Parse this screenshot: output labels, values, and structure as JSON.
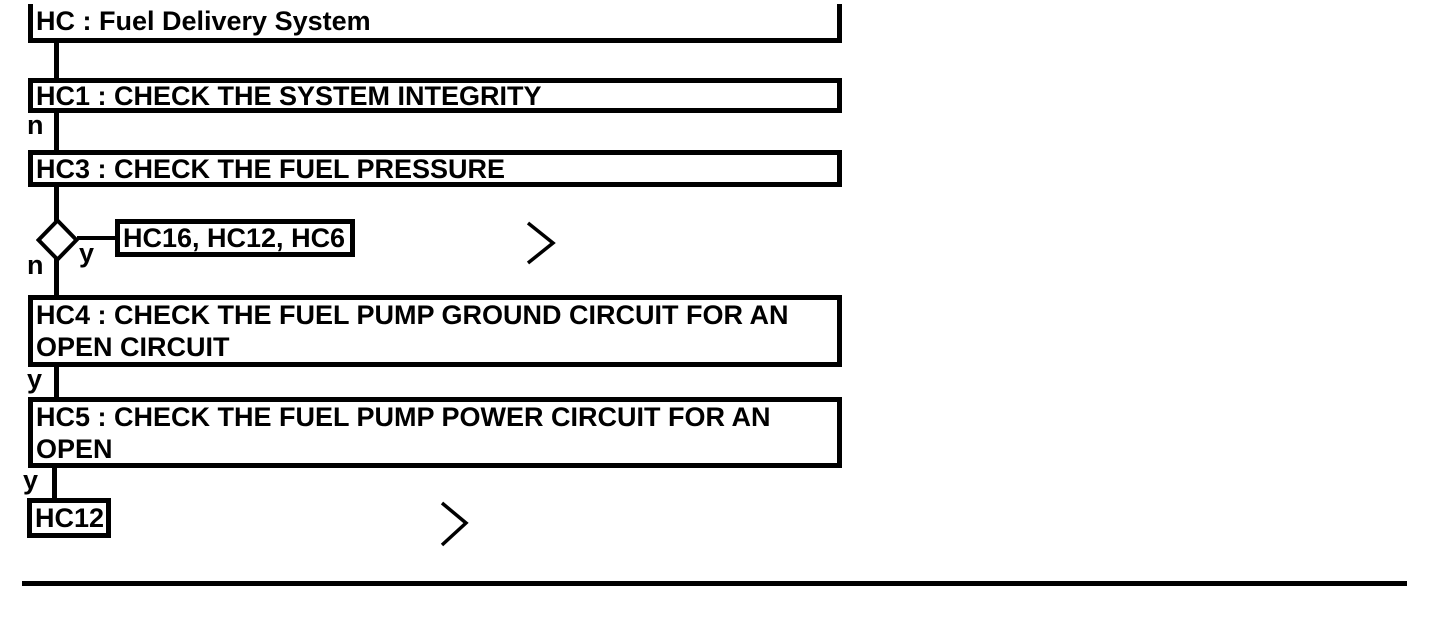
{
  "flowchart": {
    "title": "HC : Fuel Delivery System",
    "nodes": {
      "hc1": {
        "label": "HC1 : CHECK THE SYSTEM INTEGRITY"
      },
      "hc3": {
        "label": "HC3 : CHECK THE FUEL PRESSURE"
      },
      "hc16": {
        "label": "HC16, HC12, HC6"
      },
      "hc4": {
        "label": "HC4 : CHECK THE FUEL PUMP GROUND CIRCUIT FOR AN OPEN CIRCUIT"
      },
      "hc5": {
        "label": "HC5 : CHECK THE FUEL PUMP POWER CIRCUIT FOR AN OPEN"
      },
      "hc12": {
        "label": "HC12"
      }
    },
    "branch_labels": {
      "hc1_exit": "n",
      "decision_yes": "y",
      "decision_no": "n",
      "hc4_exit": "y",
      "hc5_exit": "y"
    },
    "icons": {
      "decision_diamond": "diamond-outline",
      "continuation_chevron": ">"
    },
    "colors": {
      "line": "#000000",
      "background": "#ffffff"
    }
  }
}
